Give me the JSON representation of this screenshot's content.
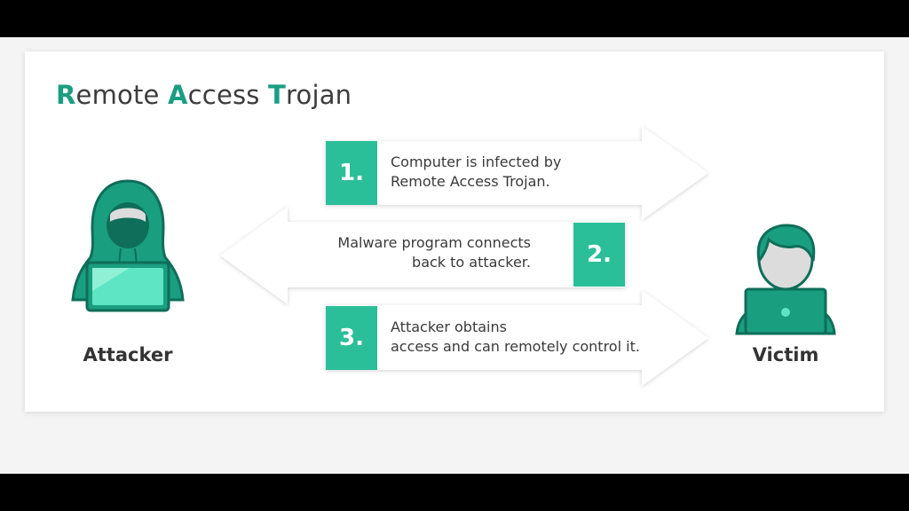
{
  "title": {
    "word1_initial": "R",
    "word1_rest": "emote ",
    "word2_initial": "A",
    "word2_rest": "ccess ",
    "word3_initial": "T",
    "word3_rest": "rojan"
  },
  "steps": [
    {
      "number": "1.",
      "line1": "Computer is infected by",
      "line2": "Remote Access Trojan."
    },
    {
      "number": "2.",
      "line1": "Malware program connects",
      "line2": "back to attacker."
    },
    {
      "number": "3.",
      "line1": "Attacker obtains",
      "line2": "access and can remotely control it."
    }
  ],
  "attacker": {
    "label": "Attacker"
  },
  "victim": {
    "label": "Victim"
  },
  "colors": {
    "accent": "#2bbf99",
    "figure": "#1a9e80",
    "figure_dark": "#0f6e59",
    "screen": "#5ee6c4",
    "title_accent": "#1a9e80"
  },
  "icons": [
    "hooded-attacker-icon",
    "laptop-icon",
    "victim-person-icon"
  ]
}
